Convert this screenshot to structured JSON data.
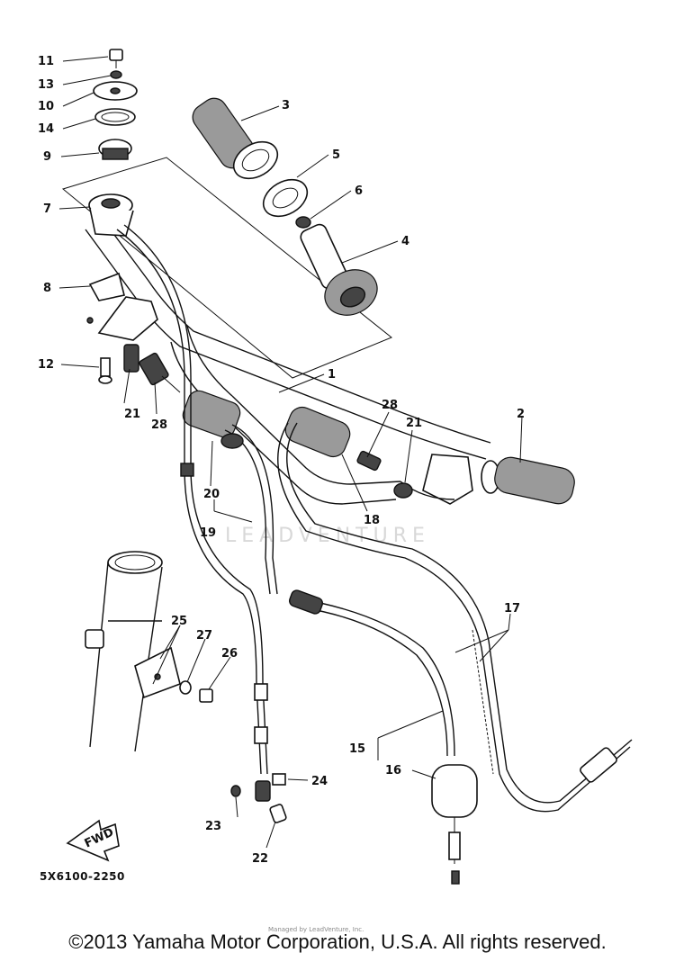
{
  "diagram": {
    "part_code": "5X6100-2250",
    "fwd_label": "FWD",
    "watermark": "LEADVENTURE",
    "watermark_small": "Managed by LeadVenture, Inc.",
    "callouts": {
      "c1": "1",
      "c2": "2",
      "c3": "3",
      "c4": "4",
      "c5": "5",
      "c6": "6",
      "c7": "7",
      "c8": "8",
      "c9": "9",
      "c10": "10",
      "c11": "11",
      "c12": "12",
      "c13": "13",
      "c14": "14",
      "c15": "15",
      "c16": "16",
      "c17": "17",
      "c18": "18",
      "c19": "19",
      "c20": "20",
      "c21a": "21",
      "c21b": "21",
      "c22": "22",
      "c23": "23",
      "c24": "24",
      "c25": "25",
      "c26": "26",
      "c27": "27",
      "c28a": "28",
      "c28b": "28"
    }
  },
  "footer": {
    "copyright": "©2013 Yamaha Motor Corporation, U.S.A. All rights reserved."
  }
}
